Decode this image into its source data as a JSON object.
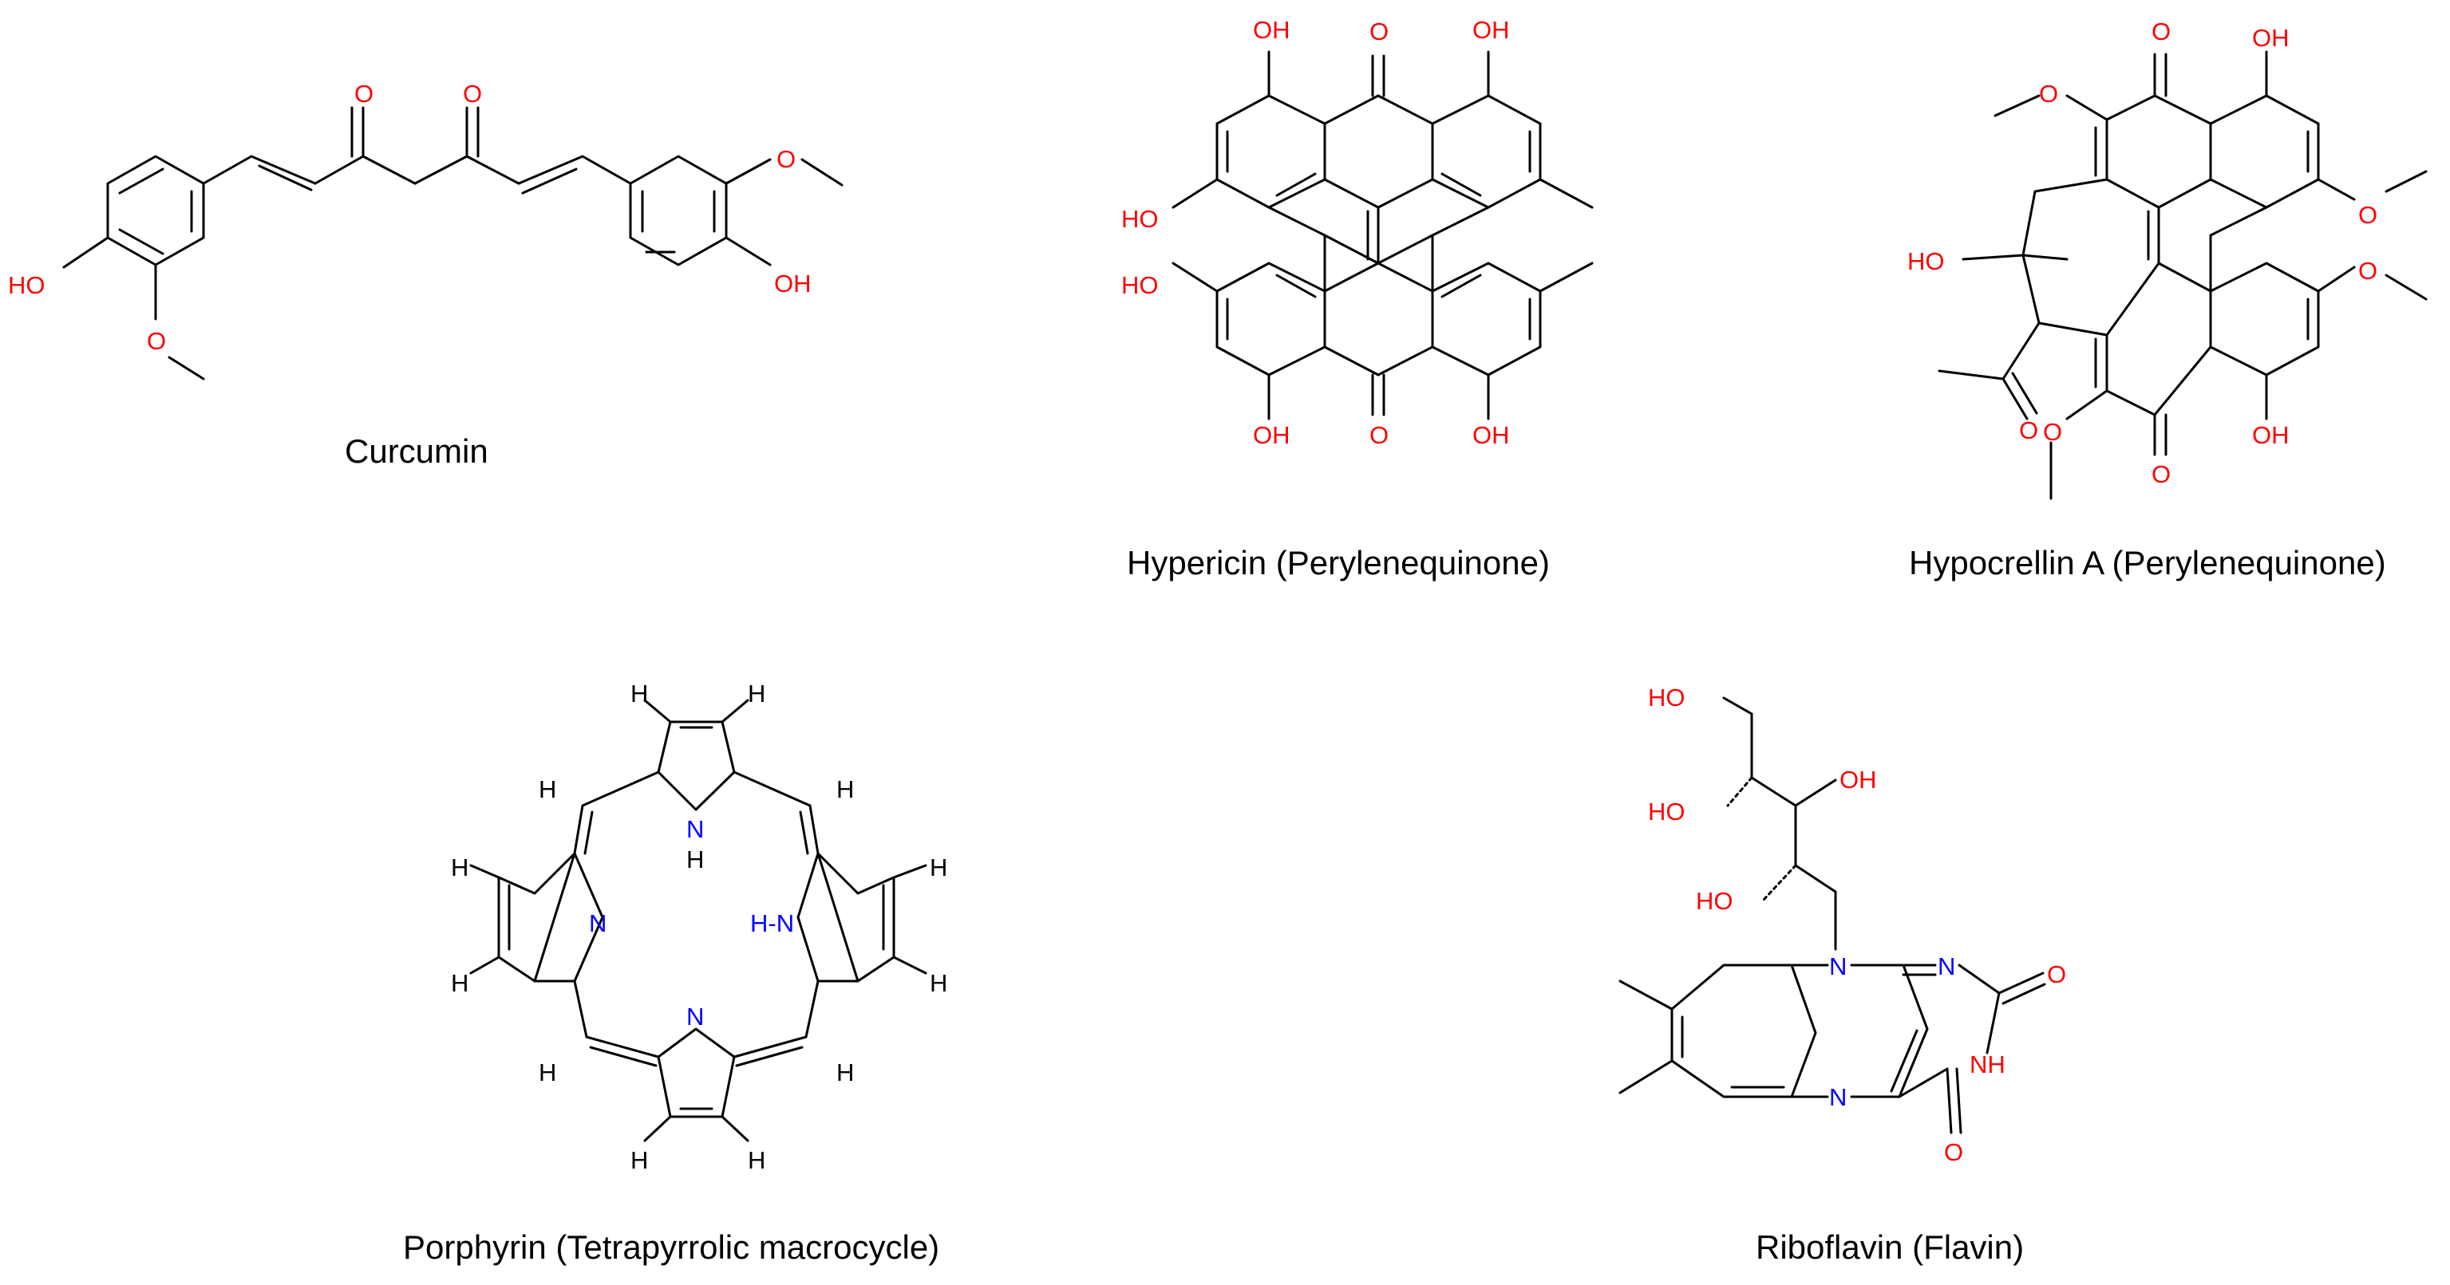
{
  "colors": {
    "bond": "#000000",
    "oxygen": "#ff0000",
    "nitrogen": "#0000ff",
    "hydrogen": "#000000",
    "caption": "#000000"
  },
  "atom_labels": {
    "oh": "OH",
    "ho": "HO",
    "o": "O",
    "n": "N",
    "h": "H",
    "nh": "NH",
    "hn": "H-N"
  },
  "molecules": {
    "curcumin": {
      "caption": "Curcumin"
    },
    "hypericin": {
      "caption": "Hypericin (Perylenequinone)"
    },
    "hypocrellin": {
      "caption": "Hypocrellin A (Perylenequinone)"
    },
    "porphyrin": {
      "caption": "Porphyrin (Tetrapyrrolic macrocycle)"
    },
    "riboflavin": {
      "caption": "Riboflavin (Flavin)"
    }
  }
}
